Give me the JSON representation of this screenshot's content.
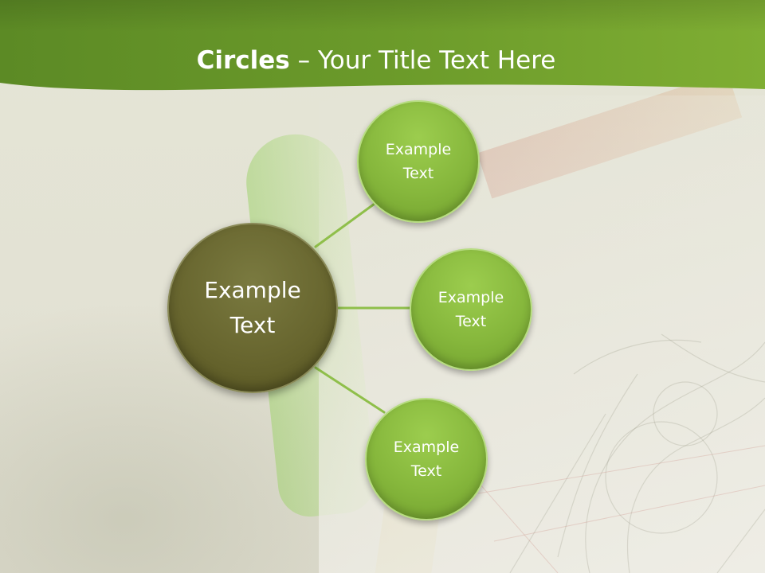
{
  "slide": {
    "title": {
      "bold": "Circles",
      "rest": " – Your Title Text Here"
    },
    "center_circle": {
      "label": "Example Text"
    },
    "satellite_circles": [
      {
        "label": "Example Text"
      },
      {
        "label": "Example Text"
      },
      {
        "label": "Example Text"
      }
    ]
  },
  "colors": {
    "header_green": "#6f9e2c",
    "center_circle": "#68662f",
    "satellite_circle": "#86b73c",
    "connector": "#8fbf4a",
    "text": "#ffffff"
  }
}
